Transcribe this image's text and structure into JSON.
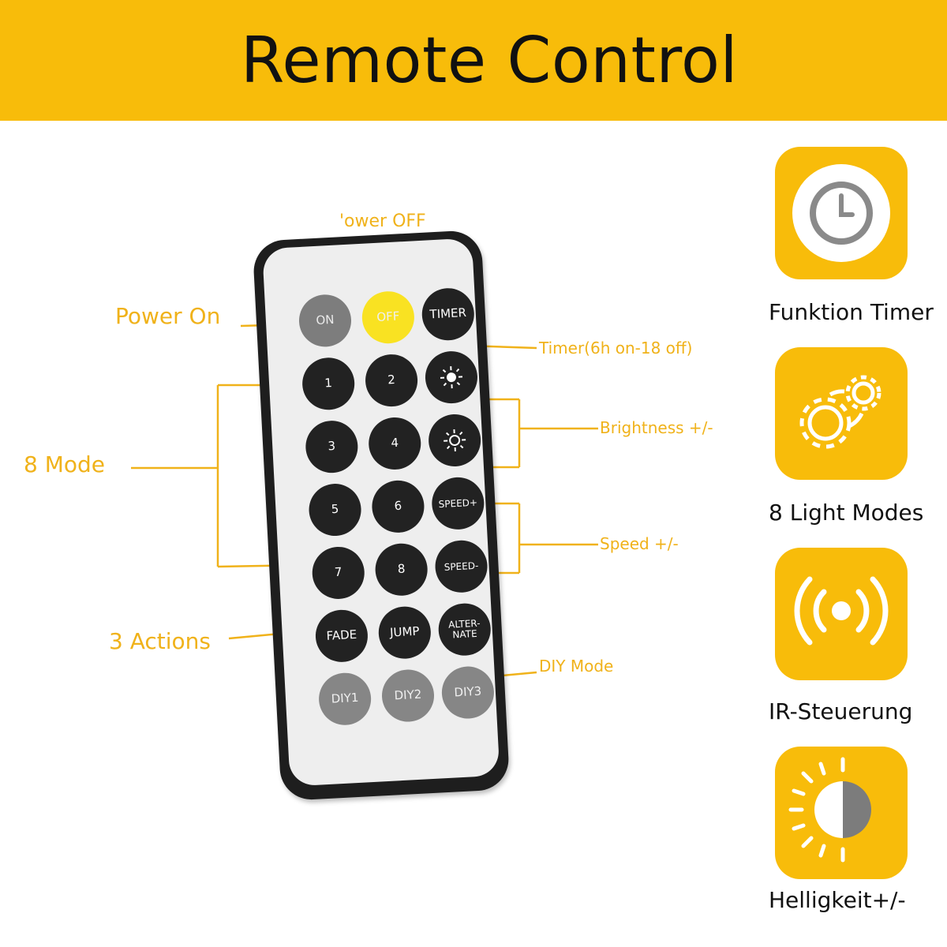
{
  "header": {
    "title": "Remote Control"
  },
  "colors": {
    "accent": "#f8bc0a",
    "callout": "#f0b21a",
    "button_dark": "#222222",
    "button_off": "#f9e222"
  },
  "remote": {
    "buttons": [
      "ON",
      "OFF",
      "TIMER",
      "1",
      "2",
      "brightness-up-icon",
      "3",
      "4",
      "brightness-down-icon",
      "5",
      "6",
      "SPEED+",
      "7",
      "8",
      "SPEED-",
      "FADE",
      "JUMP",
      "ALTER-\nNATE",
      "DIY1",
      "DIY2",
      "DIY3"
    ],
    "labels": {
      "on": "ON",
      "off": "OFF",
      "timer": "TIMER",
      "b1": "1",
      "b2": "2",
      "b3": "3",
      "b4": "4",
      "b5": "5",
      "b6": "6",
      "b7": "7",
      "b8": "8",
      "speed_up": "SPEED+",
      "speed_down": "SPEED-",
      "fade": "FADE",
      "jump": "JUMP",
      "alternate_1": "ALTER-",
      "alternate_2": "NATE",
      "diy1": "DIY1",
      "diy2": "DIY2",
      "diy3": "DIY3"
    }
  },
  "callouts": {
    "power_off": "'ower OFF",
    "power_on": "Power On",
    "timer": "Timer(6h on-18 off)",
    "brightness": "Brightness +/-",
    "mode": "8 Mode",
    "speed": "Speed +/-",
    "actions": "3 Actions",
    "diy": "DIY Mode"
  },
  "features": [
    {
      "label": "Funktion Timer",
      "icon": "clock-icon"
    },
    {
      "label": "8 Light Modes",
      "icon": "gears-icon"
    },
    {
      "label": "IR-Steuerung",
      "icon": "signal-waves-icon"
    },
    {
      "label": "Helligkeit+/-",
      "icon": "sun-half-icon"
    }
  ]
}
